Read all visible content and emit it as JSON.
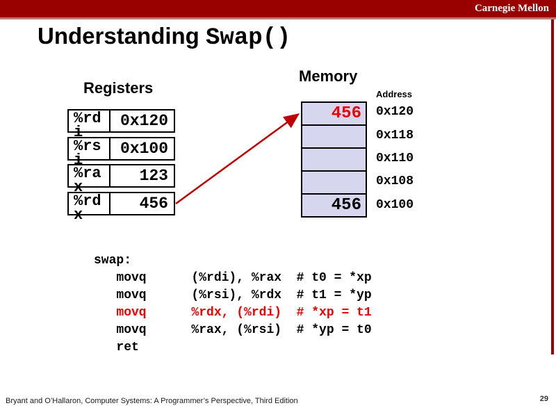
{
  "banner": {
    "brand": "Carnegie Mellon"
  },
  "title": {
    "prefix": "Understanding ",
    "code": "Swap()"
  },
  "registers": {
    "heading": "Registers",
    "rows": [
      {
        "name": "%rdi",
        "value": "0x120"
      },
      {
        "name": "%rsi",
        "value": "0x100"
      },
      {
        "name": "%rax",
        "value": "123"
      },
      {
        "name": "%rdx",
        "value": "456"
      }
    ]
  },
  "memory": {
    "heading": "Memory",
    "address_label": "Address",
    "cells": [
      {
        "value": "456",
        "address": "0x120",
        "highlight": true
      },
      {
        "value": "",
        "address": "0x118",
        "highlight": false
      },
      {
        "value": "",
        "address": "0x110",
        "highlight": false
      },
      {
        "value": "",
        "address": "0x108",
        "highlight": false
      },
      {
        "value": "456",
        "address": "0x100",
        "highlight": false
      }
    ]
  },
  "pointer_arrow": {
    "from": "register %rdx value 456",
    "to": "memory cell 0x120"
  },
  "code": {
    "lines": [
      {
        "text": "swap:",
        "highlight": false
      },
      {
        "text": "   movq      (%rdi), %rax  # t0 = *xp",
        "highlight": false
      },
      {
        "text": "   movq      (%rsi), %rdx  # t1 = *yp",
        "highlight": false
      },
      {
        "text": "   movq      %rdx, (%rdi)  # *xp = t1",
        "highlight": true
      },
      {
        "text": "   movq      %rax, (%rsi)  # *yp = t0",
        "highlight": false
      },
      {
        "text": "   ret",
        "highlight": false
      }
    ]
  },
  "footer": {
    "citation": "Bryant and O’Hallaron, Computer Systems: A Programmer’s Perspective, Third Edition",
    "page": "29"
  },
  "colors": {
    "banner_red": "#990000",
    "highlight_red": "#ee0000",
    "arrow_red": "#c00000",
    "memory_cell_fill": "#d6d6ef"
  }
}
